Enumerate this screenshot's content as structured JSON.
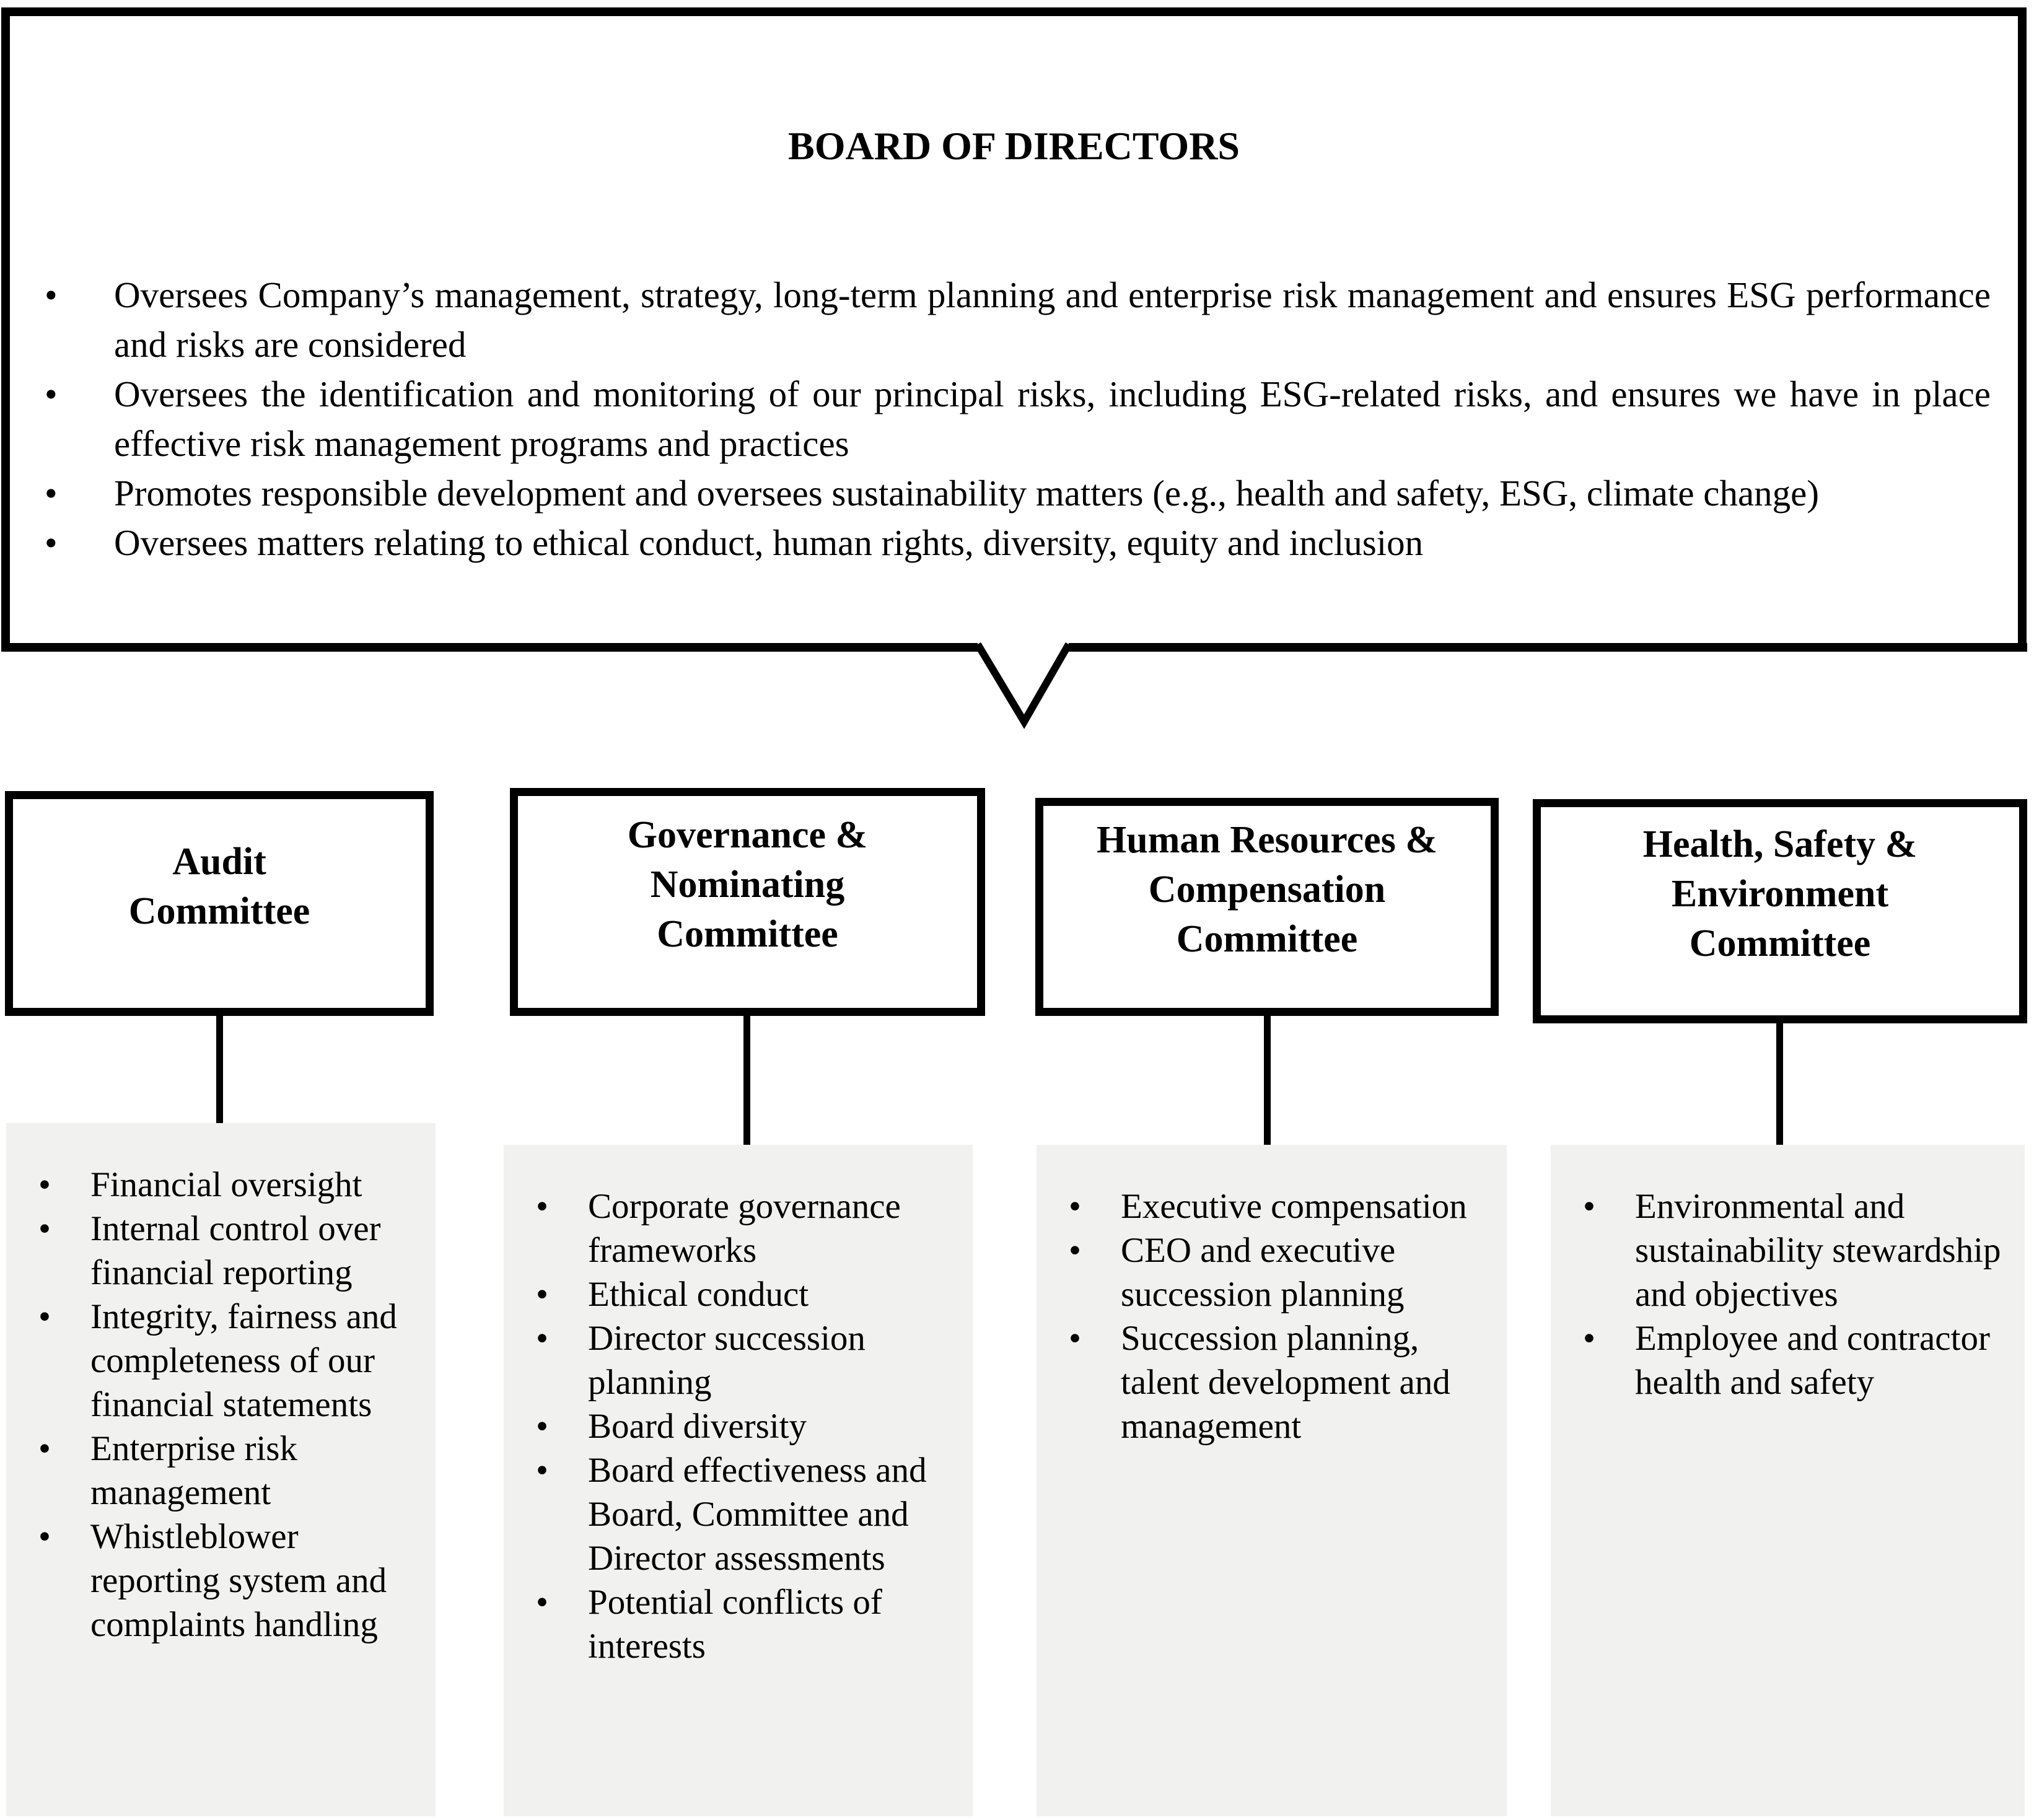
{
  "colors": {
    "ink": "#000000",
    "panel_bg": "#f1f1ef",
    "page_bg": "#ffffff"
  },
  "board": {
    "title": "BOARD OF DIRECTORS",
    "bullets": [
      "Oversees Company’s management, strategy, long-term planning and enterprise risk management and ensures ESG performance and risks are considered",
      "Oversees the identification and monitoring of our principal risks, including ESG-related risks, and ensures we have in place effective risk management programs and practices",
      "Promotes responsible development and oversees sustainability matters (e.g., health and safety, ESG, climate change)",
      "Oversees matters relating to ethical conduct, human rights, diversity, equity and inclusion"
    ]
  },
  "committees": [
    {
      "title": "Audit Committee",
      "items": [
        "Financial oversight",
        "Internal control over financial reporting",
        "Integrity, fairness and completeness of our financial statements",
        "Enterprise risk management",
        "Whistleblower reporting system and complaints handling"
      ]
    },
    {
      "title": "Governance & Nominating Committee",
      "items": [
        "Corporate governance frameworks",
        "Ethical conduct",
        "Director succession planning",
        "Board diversity",
        "Board effectiveness and Board, Committee and Director assessments",
        "Potential conflicts of interests"
      ]
    },
    {
      "title": "Human Resources & Compensation Committee",
      "items": [
        "Executive compensation",
        "CEO and executive succession planning",
        "Succession planning, talent development and management"
      ]
    },
    {
      "title": "Health, Safety & Environment Committee",
      "items": [
        "Environmental and sustainability stewardship and objectives",
        "Employee and contractor health and safety"
      ]
    }
  ]
}
